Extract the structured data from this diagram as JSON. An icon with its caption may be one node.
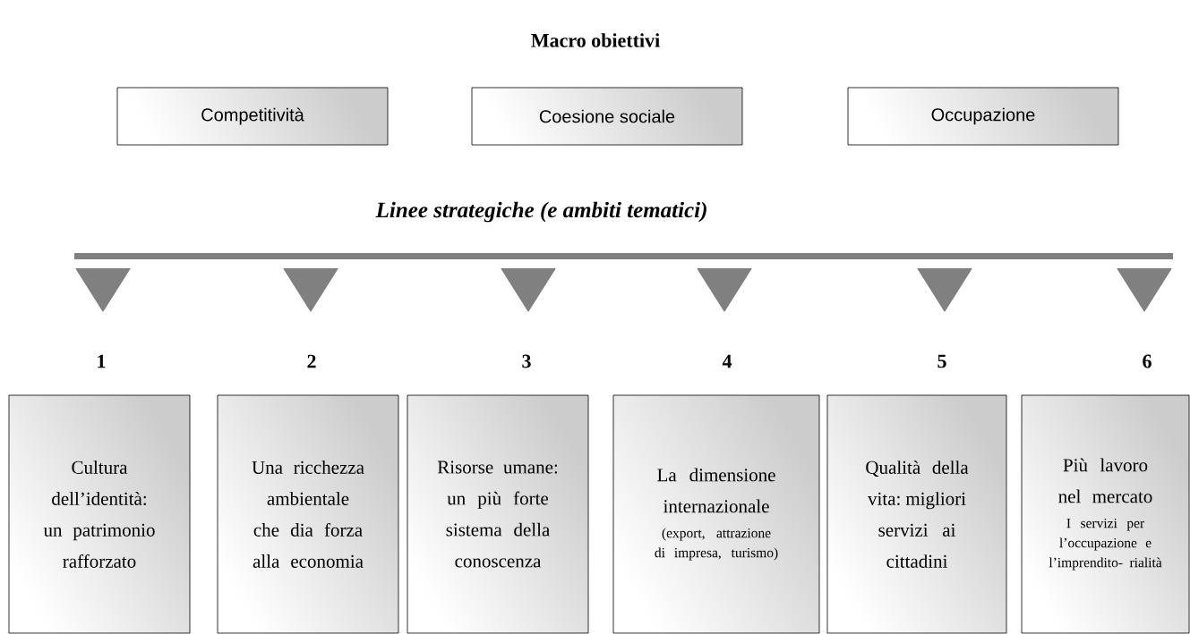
{
  "diagram": {
    "title": "Macro obiettivi",
    "nodes": [
      {
        "text": [
          "Competitività"
        ]
      },
      {
        "text": [
          "Coesione sociale"
        ]
      },
      {
        "text": [
          "Occupazione"
        ]
      },
      {
        "text": [
          "Cultura dell’identità: un patrimonio rafforzato"
        ],
        "beside": [
          "1"
        ]
      },
      {
        "text": [
          "Una ricchezza ambientale che dia forza alla economia"
        ],
        "beside": [
          "2"
        ]
      },
      {
        "text": [
          "Risorse umane: un più forte sistema della conoscenza"
        ],
        "beside": [
          "3"
        ]
      },
      {
        "text": [
          "La dimensione internazionale",
          "(export, attrazione di impresa, turismo)"
        ],
        "beside": [
          "4"
        ]
      },
      {
        "text": [
          "Qualità della vita: migliori servizi ai cittadini"
        ],
        "beside": [
          "5"
        ]
      },
      {
        "text": [
          "Più lavoro nel mercato",
          "I servizi per l’occupazione e l’imprendito- rialità"
        ],
        "beside": [
          "6"
        ]
      }
    ],
    "labels": [
      "Linee strategiche (e ambiti tematici)"
    ]
  }
}
